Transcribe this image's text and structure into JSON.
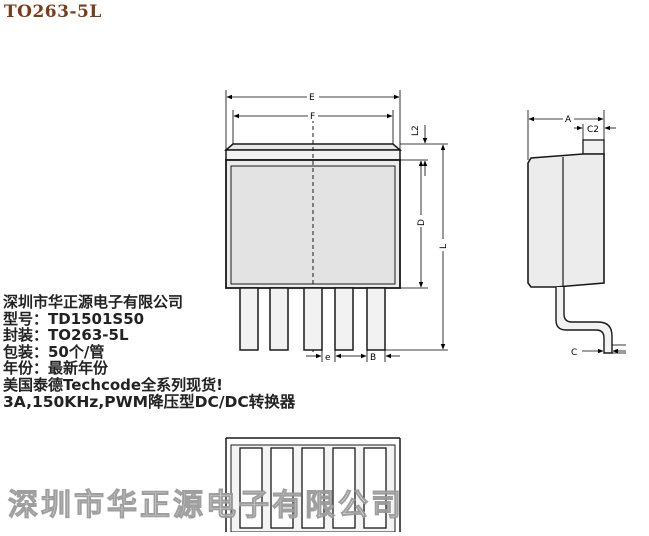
{
  "title": "TO263-5L",
  "dimension_labels": {
    "E": "E",
    "F": "F",
    "L2": "L2",
    "D": "D",
    "L": "L",
    "e": "e",
    "B": "B",
    "A": "A",
    "C2": "C2",
    "C": "C"
  },
  "info_lines": [
    "深圳市华正源电子有限公司",
    "型号：TD1501S50",
    "封装：TO263-5L",
    "包装：50个/管",
    "年份：最新年份",
    "美国泰德Techcode全系列现货!",
    "3A,150KHz,PWM降压型DC/DC转换器"
  ],
  "watermark": "深圳市华正源电子有限公司",
  "colors": {
    "title": "#7a3d1a",
    "outline": "#1a1a1a",
    "body_fill": "#ececec"
  }
}
